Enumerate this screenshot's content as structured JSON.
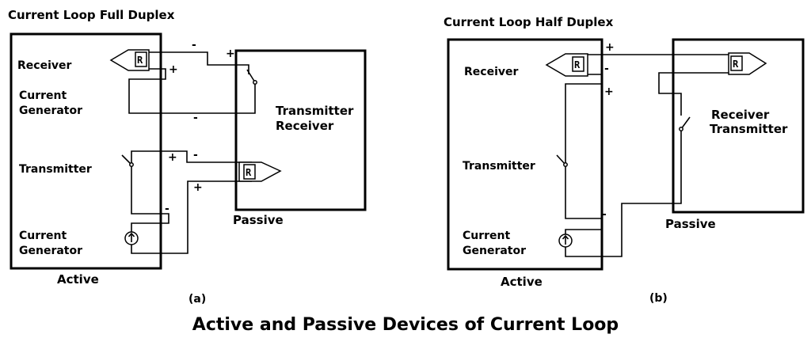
{
  "figure_title": "Active and Passive Devices of Current Loop",
  "panel_a": {
    "heading": "Current Loop Full Duplex",
    "caption": "(a)",
    "active_label": "Active",
    "passive_label": "Passive",
    "receiver": "Receiver",
    "current_gen_line1": "Current",
    "current_gen_line2": "Generator",
    "transmitter": "Transmitter",
    "passive_line1": "Transmitter",
    "passive_line2": "Receiver",
    "resistor_glyph": "R",
    "polarity": {
      "plus": "+",
      "minus": "-"
    }
  },
  "panel_b": {
    "heading": "Current Loop Half Duplex",
    "caption": "(b)",
    "active_label": "Active",
    "passive_label": "Passive",
    "receiver": "Receiver",
    "transmitter": "Transmitter",
    "current_gen_line1": "Current",
    "current_gen_line2": "Generator",
    "passive_line1": "Receiver",
    "passive_line2": "Transmitter",
    "resistor_glyph": "R",
    "polarity": {
      "plus": "+",
      "minus": "-"
    }
  },
  "icons": {
    "current_source": "current-source-icon",
    "receiver_buffer": "receiver-buffer-icon",
    "switch": "switch-icon"
  }
}
